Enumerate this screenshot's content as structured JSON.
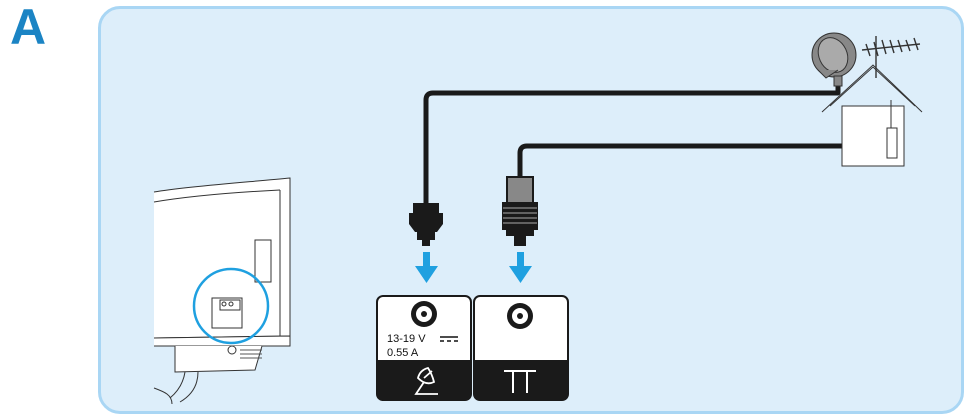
{
  "step": {
    "letter": "A"
  },
  "satellite_socket": {
    "voltage": "13-19  V",
    "current": "0.55  A",
    "icon": "satellite-dish-icon"
  },
  "antenna_socket": {
    "icon": "terrestrial-antenna-icon"
  },
  "colors": {
    "accent": "#1b84c4",
    "arrow": "#1fa0e0",
    "panel_bg": "#ddeefa",
    "panel_border": "#a9d6f4",
    "cable": "#1a1a1a"
  }
}
